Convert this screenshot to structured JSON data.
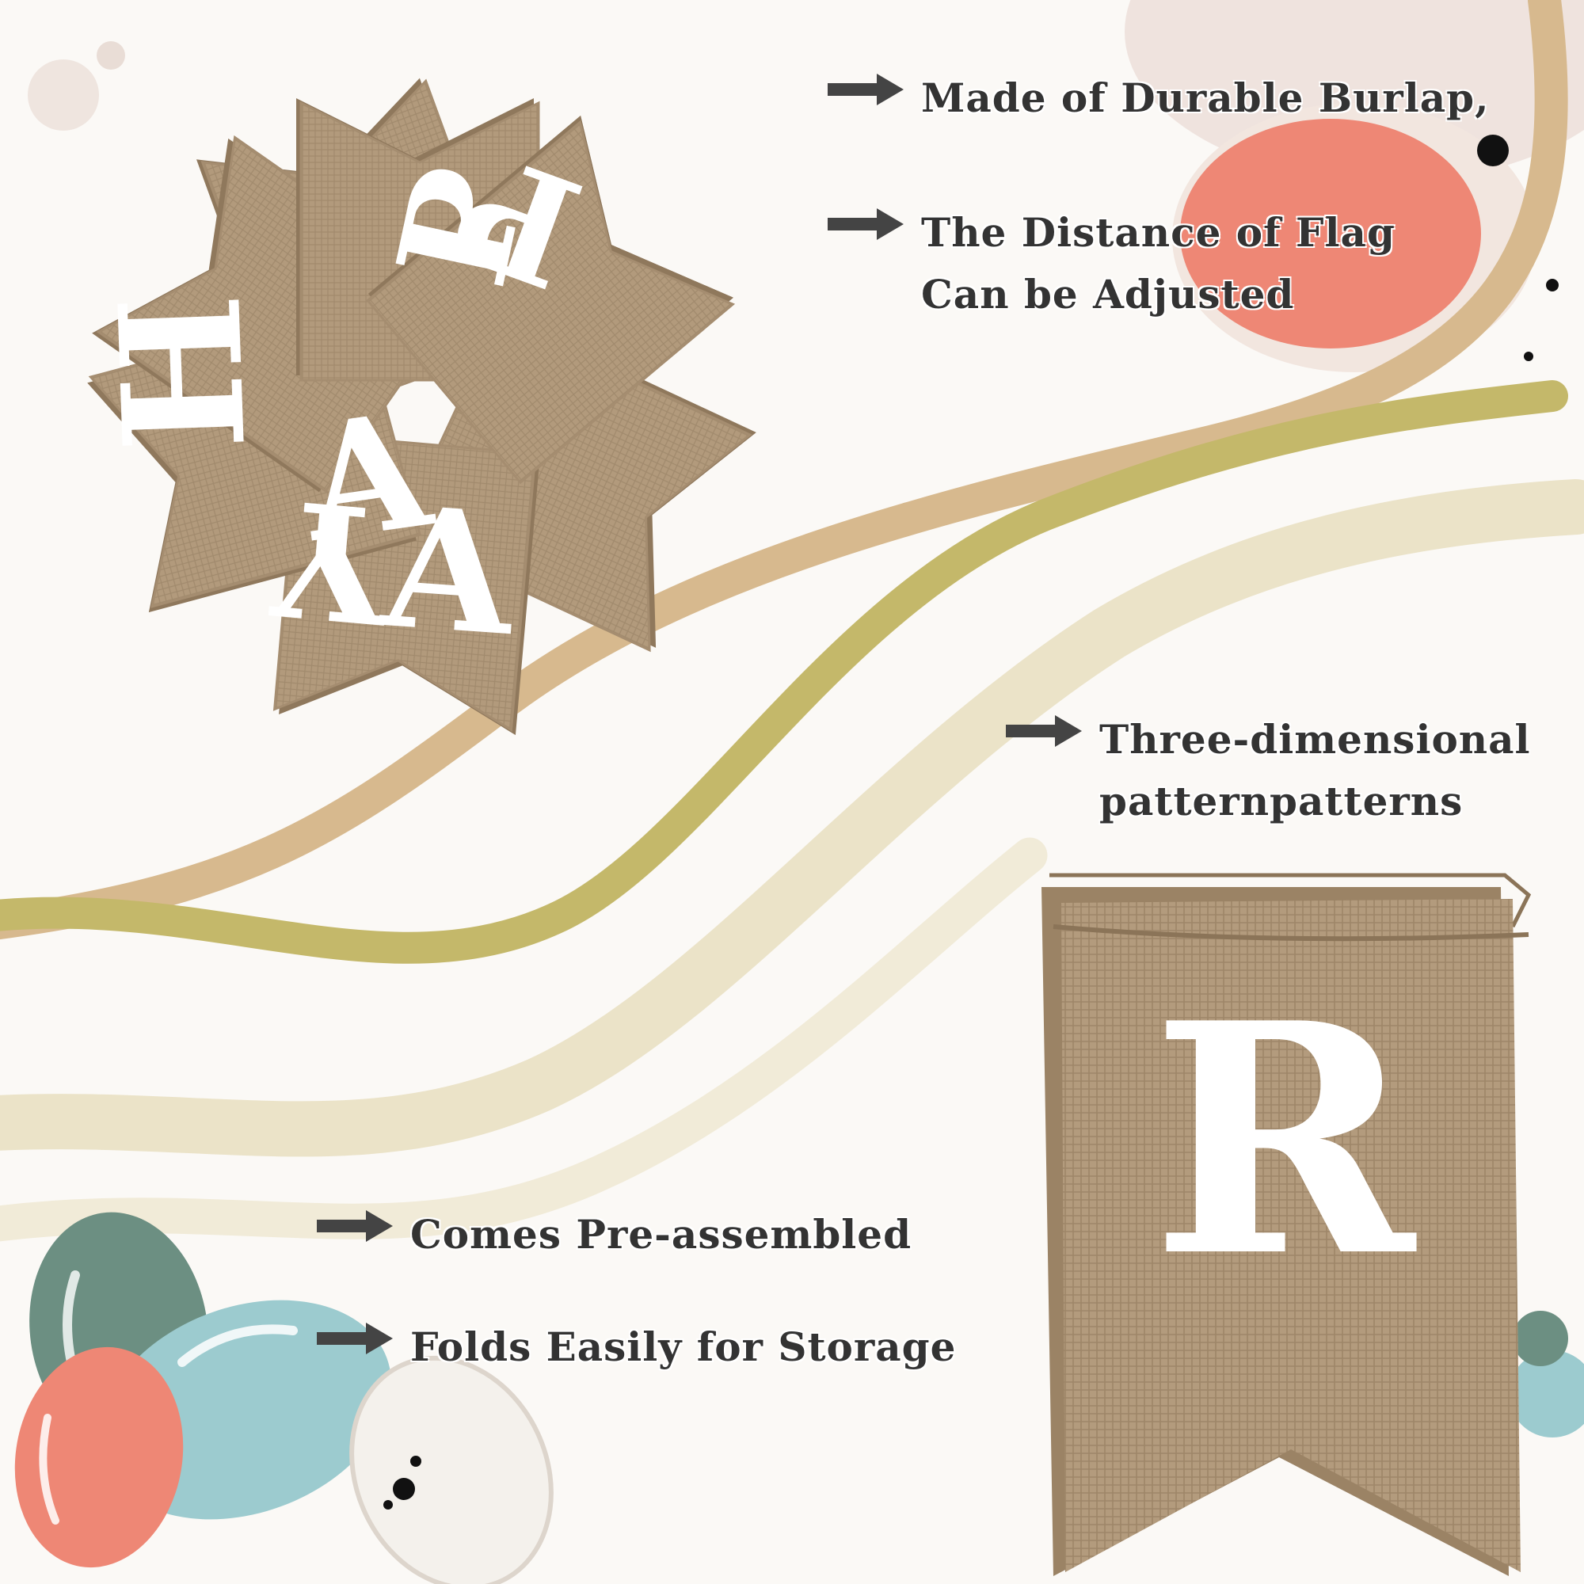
{
  "colors": {
    "background": "#fbf9f6",
    "burlap": "#b29a7c",
    "burlap_dark": "#9d8568",
    "letter": "#ffffff",
    "wave_olive": "#c4b86a",
    "wave_tan": "#d7b98e",
    "wave_cream": "#ebe3c8",
    "egg_green": "#6c8f82",
    "egg_blue": "#9ccbcf",
    "egg_coral": "#ee8775",
    "text": "#333333",
    "arrow": "#444444"
  },
  "features": [
    {
      "lines": [
        "Made of Durable Burlap,"
      ]
    },
    {
      "lines": [
        "The Distance of Flag",
        "Can be Adjusted"
      ]
    },
    {
      "lines": [
        "Three-dimensional",
        "patternpatterns"
      ]
    },
    {
      "lines": [
        "Comes Pre-assembled"
      ]
    },
    {
      "lines": [
        "Folds Easily for Storage"
      ]
    }
  ],
  "stacked_flags": {
    "letters": [
      "H",
      "A",
      "P",
      "P",
      "Y",
      "A"
    ]
  },
  "single_flag": {
    "letter": "R"
  },
  "icons": {
    "arrow": "right-arrow-icon",
    "egg": "easter-egg-icon"
  }
}
